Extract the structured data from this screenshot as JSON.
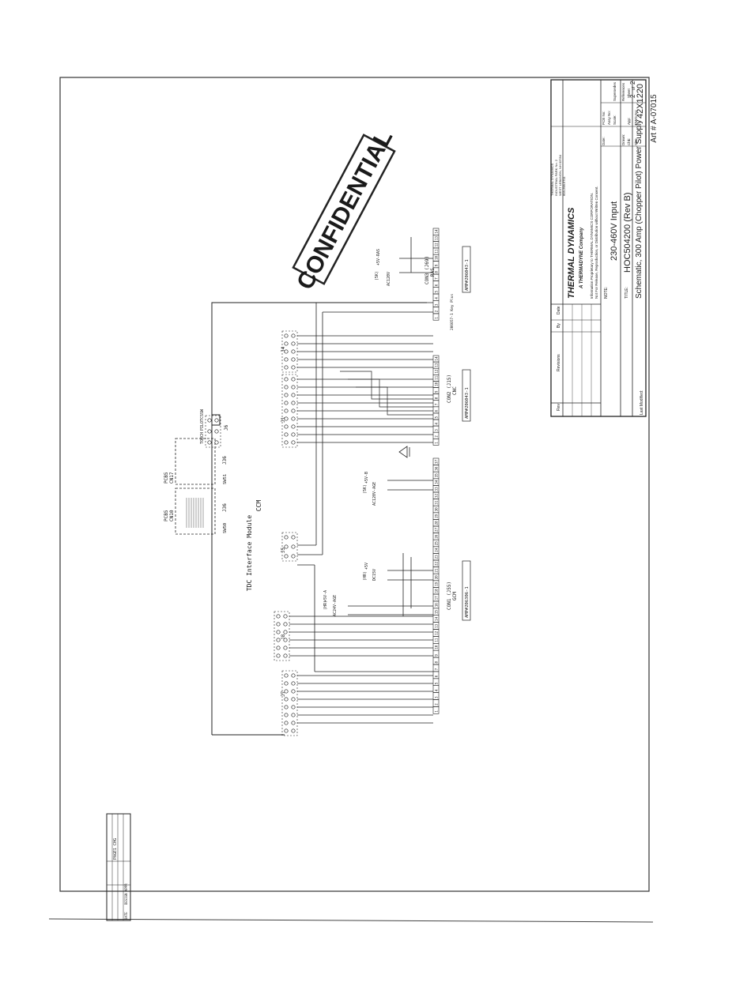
{
  "art_number": "Art # A-07015",
  "stamp": "CONFIDENTIAL",
  "module": {
    "title": "TDC Interface Module",
    "subtitle": "CCM"
  },
  "pcbs": [
    {
      "name": "PCB5",
      "port": "CN10",
      "jack": "J36",
      "pin_label": "SW50"
    },
    {
      "name": "PCB5",
      "port": "CN17",
      "jack": "J36",
      "pin_label": "SW51"
    }
  ],
  "j8_signals": [
    "TORCH",
    "PILOT",
    "CSSW"
  ],
  "j8_label": "J8",
  "j1_label": "J1",
  "j4_label": "J4",
  "j5_label": "J5",
  "j6_label": "J6",
  "j7_label": "J7",
  "connectors": [
    {
      "id": "con3",
      "name": "CON3 (J69)",
      "sub": "RAS",
      "part": "AMP#206043-1",
      "extra": "206057-1 Key Plus",
      "power_label": "(5K)",
      "signals": [
        "+5V-RAS",
        "AC120V"
      ],
      "pins": 14
    },
    {
      "id": "con2",
      "name": "CON2 (J15)",
      "sub": "CNC",
      "part": "AMP#206043-1",
      "pins": 14
    },
    {
      "id": "con1",
      "name": "CON1 (J55)",
      "sub": "GCM",
      "part": "AMP#206306-1",
      "groups": [
        {
          "label": "(5K)",
          "signals": [
            "AC120V-AGE",
            "+5V-B"
          ]
        },
        {
          "label": "(HR)",
          "signals": [
            "DC15V",
            "+5V"
          ]
        },
        {
          "label": "(HR)",
          "signals": [
            "AC24V-AGE",
            "+5V-A"
          ]
        }
      ],
      "pins": 37
    }
  ],
  "title_block": {
    "company": "THERMAL DYNAMICS",
    "tagline": "A THERMADYNE Company",
    "address": [
      "THERMAL DYNAMICS",
      "INDUSTRIAL PARK No. 2",
      "WEST LEBANON, NH 03784",
      "603-298-5711"
    ],
    "proprietary": "Information Proprietary to THERMAL DYNAMICS CORPORATION.",
    "proprietary2": "Not For Release, Reproduction, or Distribution without Written Consent.",
    "note_label": "NOTE:",
    "input": "230-460V Input",
    "title_label": "TITLE:",
    "doc_number": "HOC504200 (Rev B)",
    "description": "Schematic, 300 Amp (Chopper Pilot) Power Supply",
    "rev_headers": [
      "Rev",
      "Revisions",
      "By",
      "Date"
    ],
    "last_modified": "Last Modified:",
    "fields": {
      "pcb_no": "PCB No:",
      "assy_no": "Assy No:",
      "scale": "Scale:",
      "supersedes": "Supersedes",
      "date": "Date:",
      "drawn": "Drawn:",
      "references": "References",
      "chk": "Chk:",
      "app": "App:",
      "sheet_label": "Sheet",
      "sheet": "2",
      "of": "of",
      "sheet_total": "2",
      "size": "Size",
      "dwg_label": "DWG No:",
      "dwg_no": "42X1220"
    }
  },
  "legacy_block": {
    "rows": [
      "PAGE1 CHG",
      "DATE",
      "DESIGN",
      "APPR"
    ]
  }
}
